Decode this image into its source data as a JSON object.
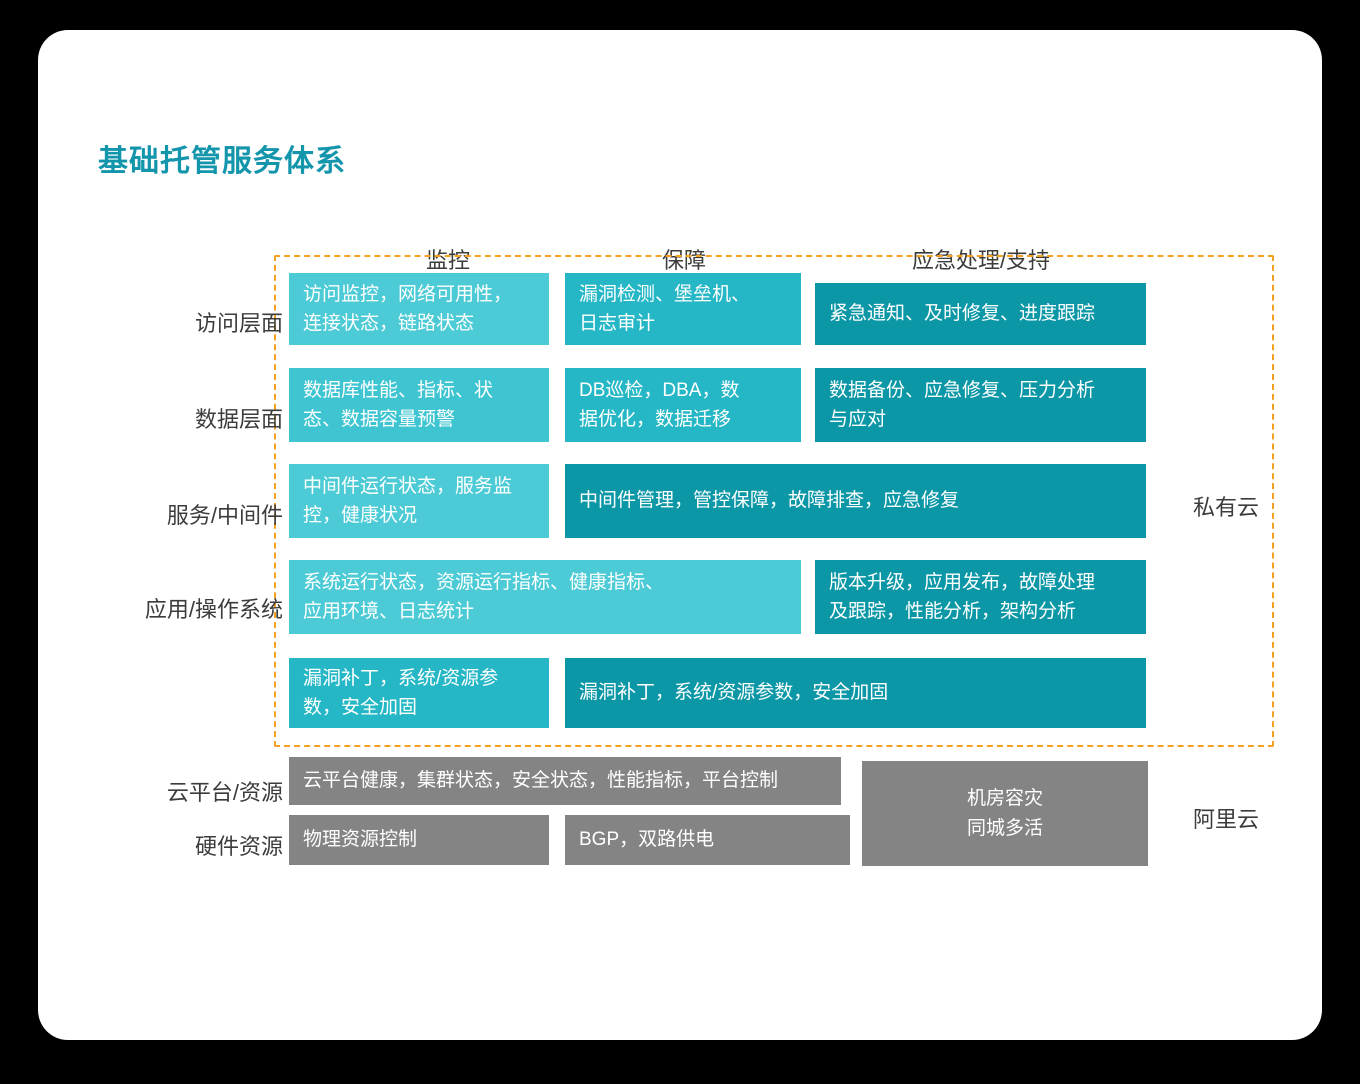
{
  "title": "基础托管服务体系",
  "columns": [
    {
      "label": "监控"
    },
    {
      "label": "保障"
    },
    {
      "label": "应急处理/支持"
    }
  ],
  "row_labels": [
    "访问层面",
    "数据层面",
    "服务/中间件",
    "应用/操作系统",
    "",
    "云平台/资源",
    "硬件资源"
  ],
  "side_labels": {
    "private_cloud": "私有云",
    "alibaba_cloud": "阿里云"
  },
  "cells": {
    "r1c1_l1": "访问监控，网络可用性，",
    "r1c1_l2": "连接状态，链路状态",
    "r1c2_l1": "漏洞检测、堡垒机、",
    "r1c2_l2": "日志审计",
    "r1c3_l1": "紧急通知、及时修复、进度跟踪",
    "r2c1_l1": "数据库性能、指标、状",
    "r2c1_l2": "态、数据容量预警",
    "r2c2_l1": "DB巡检，DBA，数",
    "r2c2_l2": "据优化，数据迁移",
    "r2c3_l1": "数据备份、应急修复、压力分析",
    "r2c3_l2": "与应对",
    "r3c1_l1": "中间件运行状态，服务监",
    "r3c1_l2": "控，健康状况",
    "r3c23_l1": "中间件管理，管控保障，故障排查，应急修复",
    "r4c12_l1": "系统运行状态，资源运行指标、健康指标、",
    "r4c12_l2": "应用环境、日志统计",
    "r4c3_l1": "版本升级，应用发布，故障处理",
    "r4c3_l2": "及跟踪，性能分析，架构分析",
    "r5c1_l1": "漏洞补丁，系统/资源参",
    "r5c1_l2": "数，安全加固",
    "r5c23_l1": "漏洞补丁，系统/资源参数，安全加固",
    "r6c12_l1": "云平台健康，集群状态，安全状态，性能指标，平台控制",
    "r7c1_l1": "物理资源控制",
    "r7c2_l1": "BGP，双路供电",
    "r67c3_l1": "机房容灾",
    "r67c3_l2": "同城多活"
  },
  "colors": {
    "title": "#1395AB",
    "cell_light": "#4CCBD6",
    "cell_light_alt": "#3FC5D1",
    "cell_mid": "#25B7C6",
    "cell_dark": "#0C97A7",
    "cell_gray": "#848484",
    "dashed_border": "#F5A020",
    "card_background": "#FFFFFF",
    "page_background": "#000000"
  }
}
